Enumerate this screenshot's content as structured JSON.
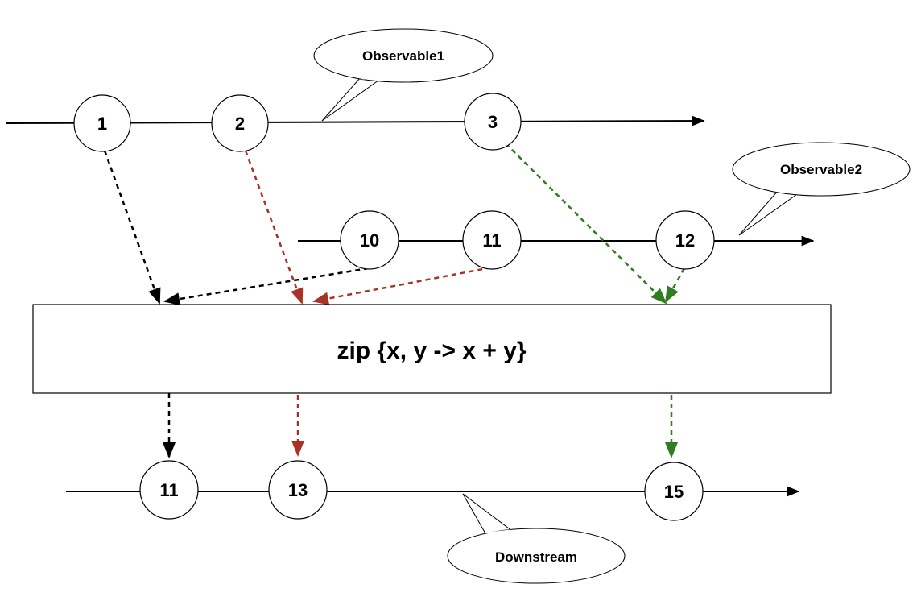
{
  "observable1": {
    "label": "Observable1",
    "items": [
      "1",
      "2",
      "3"
    ]
  },
  "observable2": {
    "label": "Observable2",
    "items": [
      "10",
      "11",
      "12"
    ]
  },
  "operator": {
    "label": "zip {x, y -> x + y}"
  },
  "downstream": {
    "label": "Downstream",
    "items": [
      "11",
      "13",
      "15"
    ]
  },
  "colors": {
    "stream": "#000000",
    "pair1": "#000000",
    "pair2": "#a93226",
    "pair3": "#2f7d1f"
  }
}
